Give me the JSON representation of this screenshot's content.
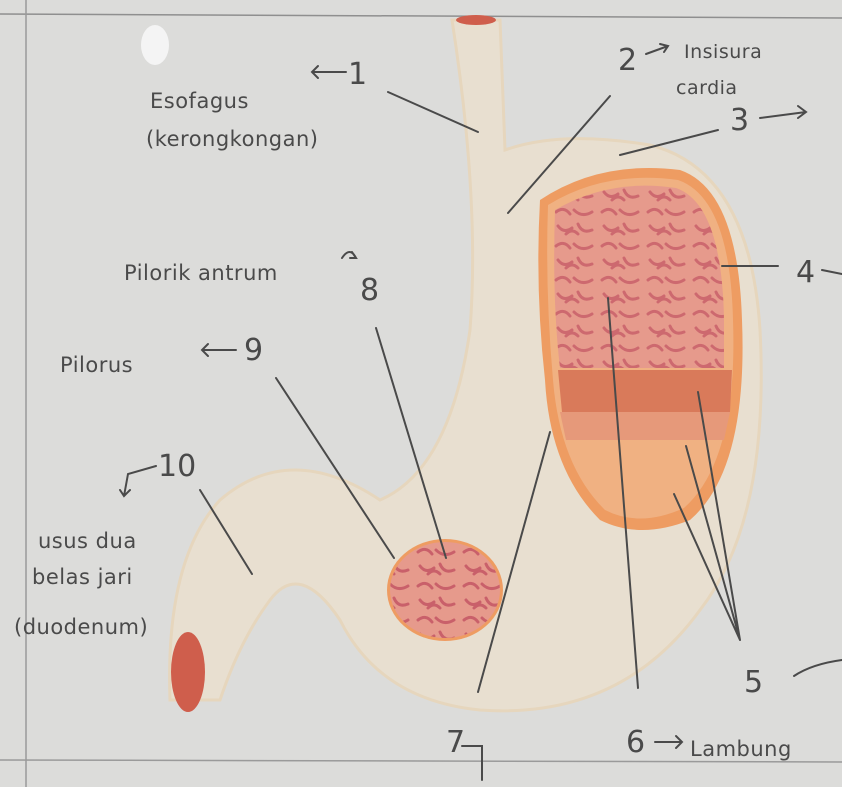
{
  "numbers": {
    "n1": "1",
    "n2": "2",
    "n3": "3",
    "n4": "4",
    "n5": "5",
    "n6": "6",
    "n7": "7",
    "n8": "8",
    "n9": "9",
    "n10": "10"
  },
  "labels": {
    "esofagus": "Esofagus",
    "kerongkongan": "(kerongkongan)",
    "insisura": "Insisura",
    "cardia": "cardia",
    "pilorik_antrum": "Pilorik antrum",
    "pilorus": "Pilorus",
    "usus_dua": "usus dua",
    "belas_jari": "belas jari",
    "duodenum": "(duodenum)",
    "lambung": "Lambung"
  },
  "colors": {
    "background": "#dcdcda",
    "organ_fill": "#e8dfd0",
    "fundus_fill": "#e69a8c",
    "muscle_band": "#d97a5a",
    "outer_orange": "#ee9c62",
    "ink": "#4a4a4a"
  }
}
